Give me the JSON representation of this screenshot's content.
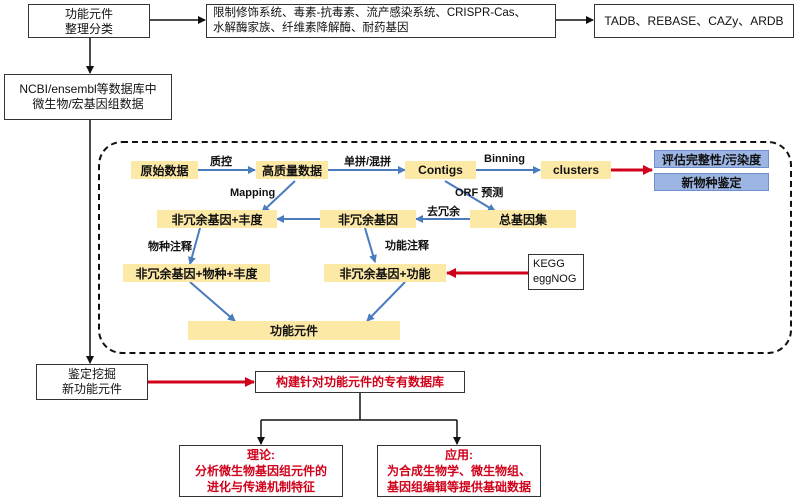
{
  "boxes": {
    "functional_elements": [
      "功能元件",
      "整理分类"
    ],
    "element_types": [
      "限制修饰系统、毒素-抗毒素、流产感染系统、CRISPR-Cas、",
      "水解酶家族、纤维素降解酶、耐药基因"
    ],
    "databases": "TADB、REBASE、CAZy、ARDB",
    "ncbi": [
      "NCBI/ensembl等数据库中",
      "微生物/宏基因组数据"
    ],
    "identify_mine": [
      "鉴定挖掘",
      "新功能元件"
    ],
    "kegg": [
      "KEGG",
      "eggNOG"
    ]
  },
  "pipeline": {
    "raw_data": "原始数据",
    "high_quality": "高质量数据",
    "contigs": "Contigs",
    "clusters": "clusters",
    "nr_abundance": "非冗余基因+丰度",
    "nr_gene": "非冗余基因",
    "total_gene_set": "总基因集",
    "nr_species_abundance": "非冗余基因+物种+丰度",
    "nr_function": "非冗余基因+功能",
    "functional_elements": "功能元件",
    "evaluate": "评估完整性/污染度",
    "new_species": "新物种鉴定"
  },
  "labels": {
    "qc": "质控",
    "assembly": "单拼/混拼",
    "binning": "Binning",
    "mapping": "Mapping",
    "orf": "ORF 预测",
    "dedup": "去冗余",
    "species_annot": "物种注释",
    "func_annot": "功能注释"
  },
  "red_boxes": {
    "build_db": "构建针对功能元件的专有数据库",
    "theory": [
      "理论:",
      "分析微生物基因组元件的",
      "进化与传递机制特征"
    ],
    "application": [
      "应用:",
      "为合成生物学、微生物组、",
      "基因组编辑等提供基础数据"
    ]
  },
  "colors": {
    "yellow_box": "#fde9a6",
    "blue_box": "#9cb5e3",
    "flow_arrow": "#4a7bbd",
    "red_arrow": "#d0021b",
    "red_text": "#d0021b"
  }
}
